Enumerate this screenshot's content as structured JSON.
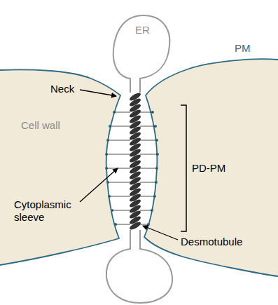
{
  "diagram": {
    "labels": [
      "ER",
      "PM",
      "Neck",
      "Cell wall",
      "PD-PM",
      "Cytoplasmic sleeve",
      "Desmotubule"
    ]
  }
}
